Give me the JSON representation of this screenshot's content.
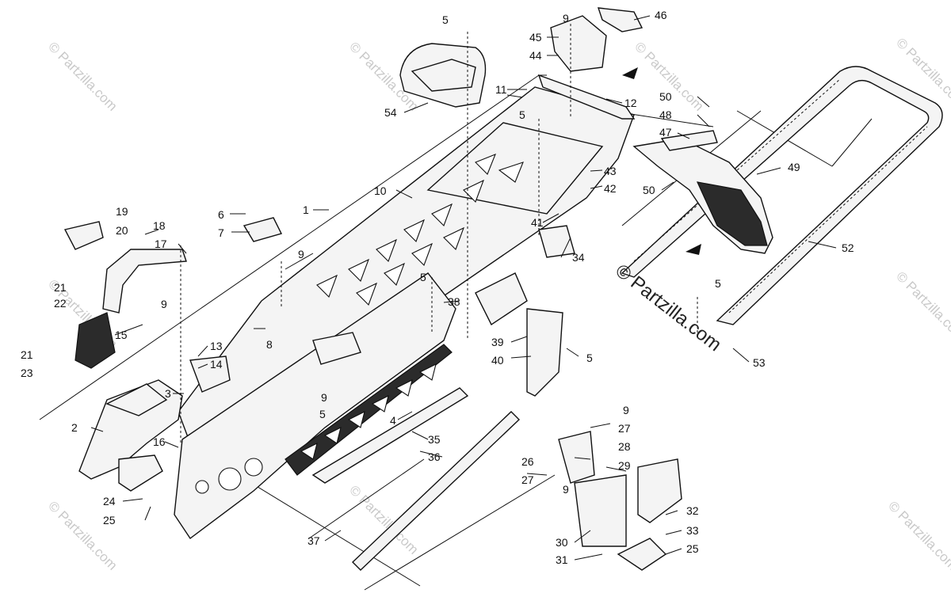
{
  "diagram": {
    "callouts": [
      "1",
      "2",
      "3",
      "4",
      "5",
      "6",
      "7",
      "8",
      "9",
      "10",
      "11",
      "12",
      "13",
      "14",
      "15",
      "16",
      "17",
      "18",
      "19",
      "20",
      "21",
      "22",
      "23",
      "24",
      "25",
      "26",
      "27",
      "28",
      "29",
      "30",
      "31",
      "32",
      "33",
      "34",
      "35",
      "36",
      "37",
      "38",
      "39",
      "40",
      "41",
      "42",
      "43",
      "44",
      "45",
      "46",
      "47",
      "48",
      "49",
      "50",
      "52",
      "53",
      "54"
    ],
    "watermark_small": "© Partzilla.com",
    "watermark_large": "© Partzilla.com"
  }
}
